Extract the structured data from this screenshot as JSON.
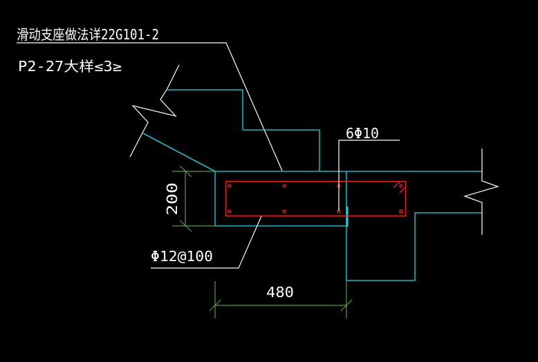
{
  "title_label": "滑动支座做法详22G101-2",
  "subtitle_label": "P2-27大样≤3≥",
  "rebar_top_label": "6Φ10",
  "stirrup_label": "Φ12@100",
  "dim_height": "200",
  "dim_width": "480",
  "colors": {
    "background": "#000000",
    "outline": "#00ffff",
    "rebar": "#ff0000",
    "dimension": "#5a9a4a",
    "text": "#ffffff"
  }
}
